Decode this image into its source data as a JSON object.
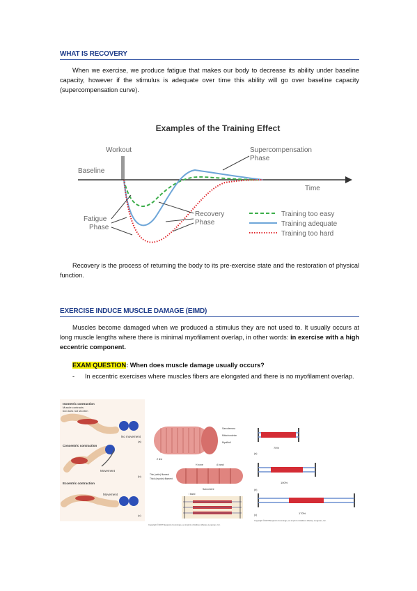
{
  "section1": {
    "heading": "WHAT IS RECOVERY",
    "para1": "When we exercise, we produce fatigue that makes our body to decrease its ability under baseline capacity, however if the stimulus is adequate over time this ability will go over baseline capacity (supercompensation curve).",
    "para2": "Recovery is the process of returning the body to its pre-exercise state and the restoration of physical function."
  },
  "training_chart": {
    "title": "Examples of the Training Effect",
    "workout_label": "Workout",
    "baseline_label": "Baseline",
    "time_label": "Time",
    "supercomp_label_1": "Supercompensation",
    "supercomp_label_2": "Phase",
    "fatigue_label_1": "Fatigue",
    "fatigue_label_2": "Phase",
    "recovery_label_1": "Recovery",
    "recovery_label_2": "Phase",
    "legend": [
      {
        "label": "Training too easy",
        "color": "#3cae4a",
        "style": "dashed"
      },
      {
        "label": "Training adequate",
        "color": "#6ea6d8",
        "style": "solid"
      },
      {
        "label": "Training too hard",
        "color": "#e0262b",
        "style": "dotted"
      }
    ]
  },
  "section2": {
    "heading": "EXERCISE INDUCE MUSCLE DAMAGE (EIMD)",
    "para_main": "Muscles become damaged when we produced a stimulus they are not used to. It usually occurs at long muscle lengths where there is minimal myofilament overlap, in other words:",
    "para_bold": "in exercise with a high eccentric component.",
    "exam_label": "EXAM QUESTION",
    "exam_question": ": When does muscle damage usually occurs?",
    "bullet_dash": "-",
    "bullet_text": "In eccentric exercises where muscles fibers are elongated and there is no myofilament overlap."
  },
  "figures": {
    "contractions": {
      "isometric": "Isometric contraction",
      "isometric_sub1": "Muscle contracts",
      "isometric_sub2": "but does not shorten",
      "no_movement": "No movement",
      "concentric": "Concentric contraction",
      "eccentric": "Eccentric contraction",
      "movement": "Movement",
      "label_a": "(a)",
      "label_b": "(b)",
      "label_c": "(c)"
    },
    "muscle_fiber": {
      "sarcolemma": "Sarcolemma",
      "mitochondrion": "Mitochondrion",
      "myofibril": "Myofibril",
      "zline": "Z line",
      "hzone": "H zone",
      "aband": "A band",
      "iband": "I band",
      "sarcomere": "Sarcomere",
      "thin": "Thin (actin) filament",
      "thick": "Thick (myosin) filament",
      "copyright": "Copyright ©2007 Benjamin Cummings, an imprint of Addison Wesley Longman, Inc."
    },
    "sarcomeres": {
      "p75": "75%",
      "p100": "100%",
      "p170": "170%",
      "label_a": "(a)",
      "label_b": "(b)",
      "label_c": "(c)",
      "copyright": "Copyright ©2007 Benjamin Cummings, an imprint of Addison Wesley Longman, Inc."
    }
  }
}
